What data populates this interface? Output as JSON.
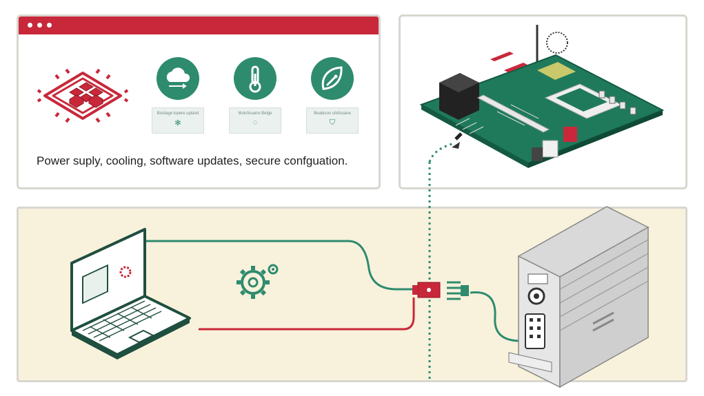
{
  "summary": {
    "text": "Power suply, cooling, software updates, secure confguation."
  },
  "captions": [
    {
      "icon": "cloud-update-icon",
      "text": "Bootage lopere upland",
      "glyph": "✻"
    },
    {
      "icon": "thermometer-icon",
      "text": "Mulufouarre Belge",
      "glyph": "◌"
    },
    {
      "icon": "leaf-key-icon",
      "text": "Beabicon ullsfusane",
      "glyph": "⛉"
    }
  ],
  "colors": {
    "accent_red": "#c8283a",
    "teal": "#2e8b6e",
    "panel_bg": "#f8f1dc",
    "pcb_green": "#1f7a5c"
  }
}
